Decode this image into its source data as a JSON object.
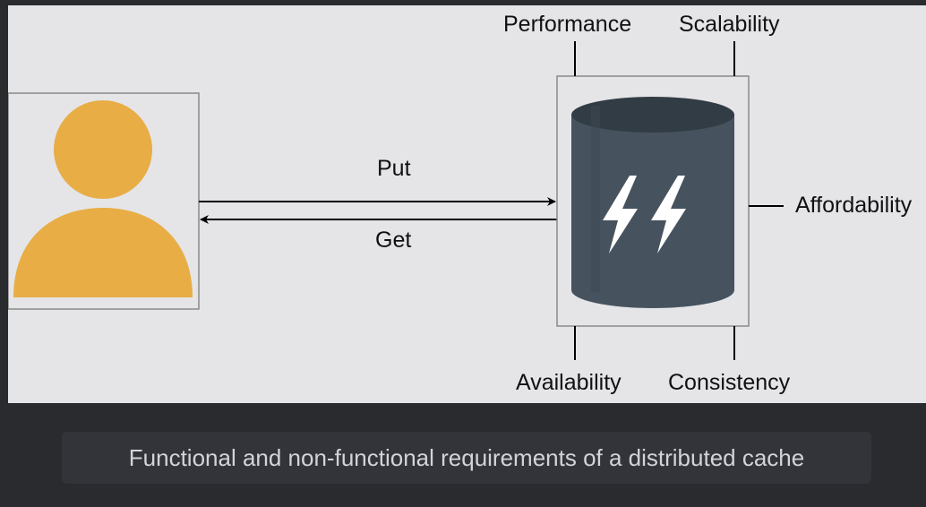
{
  "diagram": {
    "actions": {
      "put_label": "Put",
      "get_label": "Get"
    },
    "requirements": {
      "performance": "Performance",
      "scalability": "Scalability",
      "affordability": "Affordability",
      "availability": "Availability",
      "consistency": "Consistency"
    },
    "colors": {
      "user_icon": "#e8ad45",
      "cache_body": "#46535f",
      "cache_top": "#323c44",
      "bolt": "#ffffff",
      "canvas": "#e5e5e8",
      "frame_border": "#8a8a8a"
    }
  },
  "caption": {
    "text": "Functional and non-functional requirements of a distributed cache"
  }
}
